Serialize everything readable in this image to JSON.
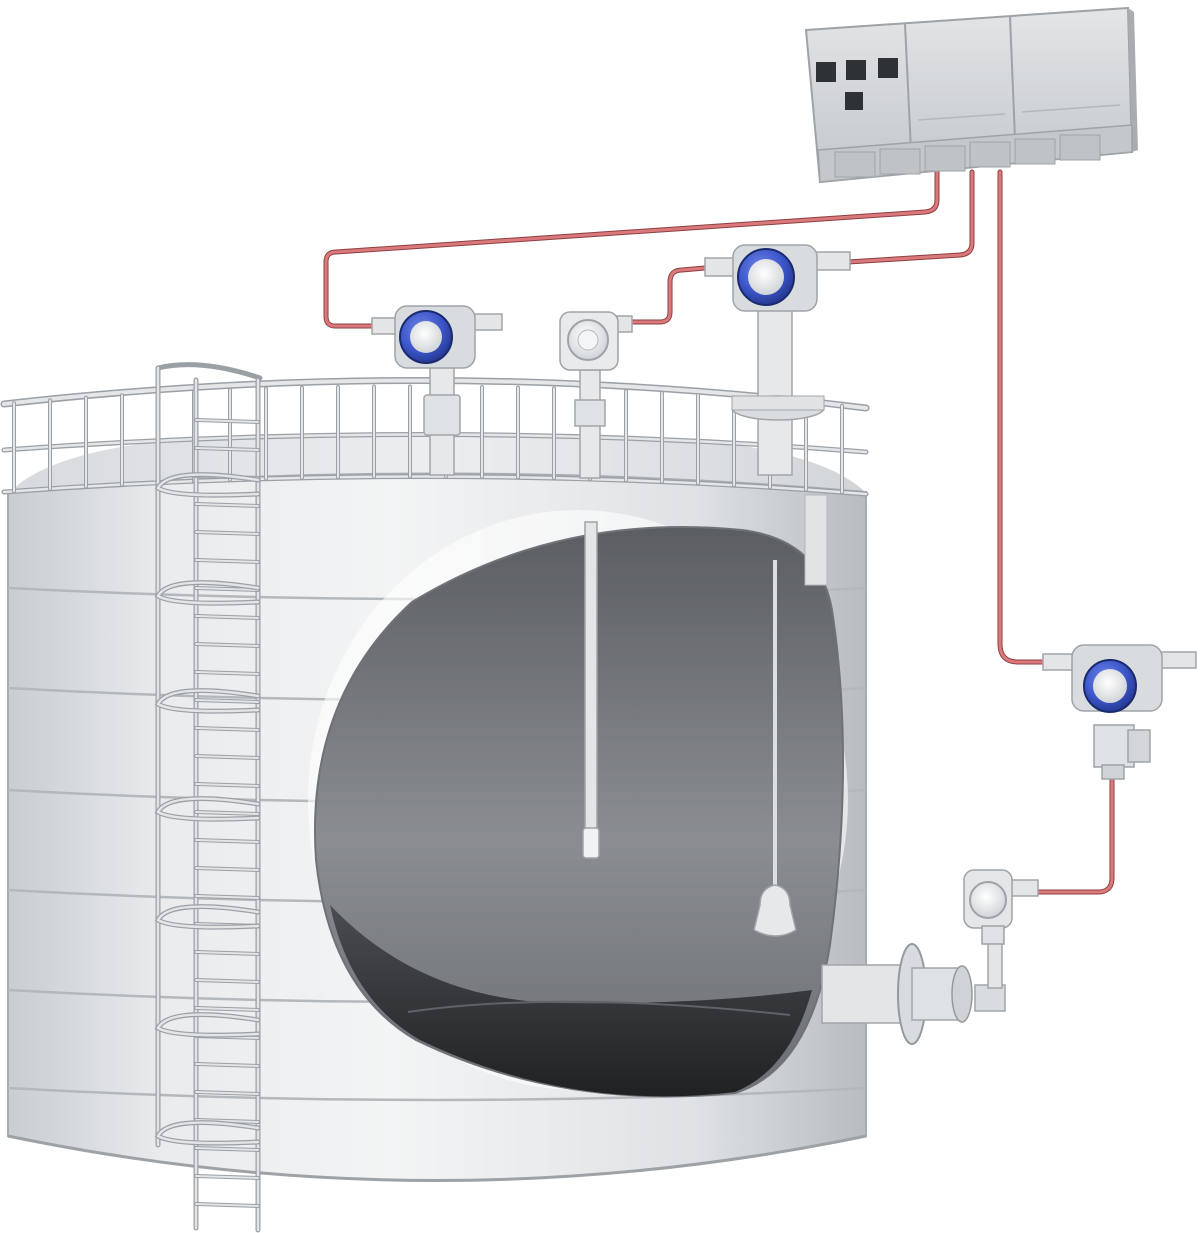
{
  "scene": {
    "subject": "storage-tank-level-instrumentation",
    "colors": {
      "background": "#ffffff",
      "tank_light": "#eef0f2",
      "tank_mid": "#d6d9dc",
      "tank_dark": "#b9bdc1",
      "interior_light": "#8d9094",
      "interior_dark": "#3f4245",
      "floor": "#2c2e30",
      "rail": "#cfd3d6",
      "rail_edge": "#9aa0a5",
      "cable": "#c2696b",
      "cable_edge": "#8f3e40",
      "transmitter_blue": "#3b55c9",
      "transmitter_blue_dark": "#223488",
      "housing_gray": "#d9dcdf",
      "cabinet": "#d3d6d9",
      "cabinet_dark": "#a9adb1"
    },
    "components": [
      {
        "id": "control-cabinet",
        "icon": "control-cabinet-icon",
        "modules": 3
      },
      {
        "id": "level-transmitter-left",
        "icon": "transmitter-icon"
      },
      {
        "id": "temperature-transmitter",
        "icon": "transmitter-icon"
      },
      {
        "id": "level-transmitter-right",
        "icon": "transmitter-icon"
      },
      {
        "id": "pressure-transmitter",
        "icon": "transmitter-icon"
      },
      {
        "id": "pressure-gauge-housing",
        "icon": "transmitter-icon"
      },
      {
        "id": "temperature-probe",
        "icon": "probe-icon"
      },
      {
        "id": "displacer-float",
        "icon": "float-icon"
      },
      {
        "id": "access-ladder",
        "icon": "ladder-icon"
      },
      {
        "id": "roof-railing",
        "icon": "railing-icon"
      },
      {
        "id": "outlet-flange",
        "icon": "flange-icon"
      },
      {
        "id": "signal-cables",
        "icon": "cable-icon"
      }
    ]
  }
}
